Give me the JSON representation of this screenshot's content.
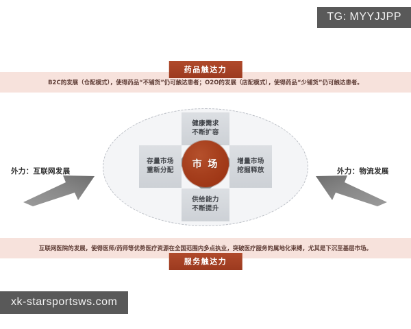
{
  "watermarks": {
    "telegram": "TG: MYYJJPP",
    "site": "xk-starsportsws.com"
  },
  "top_section": {
    "tab_label": "药品触达力",
    "body_text": "B2C的发展（仓配模式），使得药品“不铺货”仍可触达患者；O2O的发展（店配模式），使得药品“少铺货”仍可触达患者。"
  },
  "bottom_section": {
    "tab_label": "服务触达力",
    "body_text": "互联网医院的发展，使得医师/药师等优势医疗资源在全国范围内多点执业，突破医疗服务的属地化束缚，尤其是下沉至基层市场。"
  },
  "diagram": {
    "center": {
      "label": "市 场"
    },
    "nodes": [
      {
        "position": "top",
        "line1": "健康需求",
        "line2": "不断扩容"
      },
      {
        "position": "left",
        "line1": "存量市场",
        "line2": "重新分配"
      },
      {
        "position": "right",
        "line1": "增量市场",
        "line2": "挖掘释放"
      },
      {
        "position": "bottom",
        "line1": "供给能力",
        "line2": "不断提升"
      }
    ],
    "external_forces": [
      {
        "side": "left",
        "label": "外力：互联网发展",
        "direction": "right"
      },
      {
        "side": "right",
        "label": "外力：物流发展",
        "direction": "left"
      }
    ]
  },
  "colors": {
    "band_background": "#f7e2dc",
    "band_text": "#5d3b34",
    "tab_background": "#a33f23",
    "tab_text": "#ffffff",
    "center_circle": "#a63f1d",
    "node_box": "#d4d7dc",
    "node_text": "#3f4247",
    "ellipse_fill": "#f4f5f7",
    "ellipse_border": "#b9bdc4",
    "arrow": "#8c8c8c",
    "watermark_background": "#595959",
    "watermark_text": "#f2f2f2"
  }
}
